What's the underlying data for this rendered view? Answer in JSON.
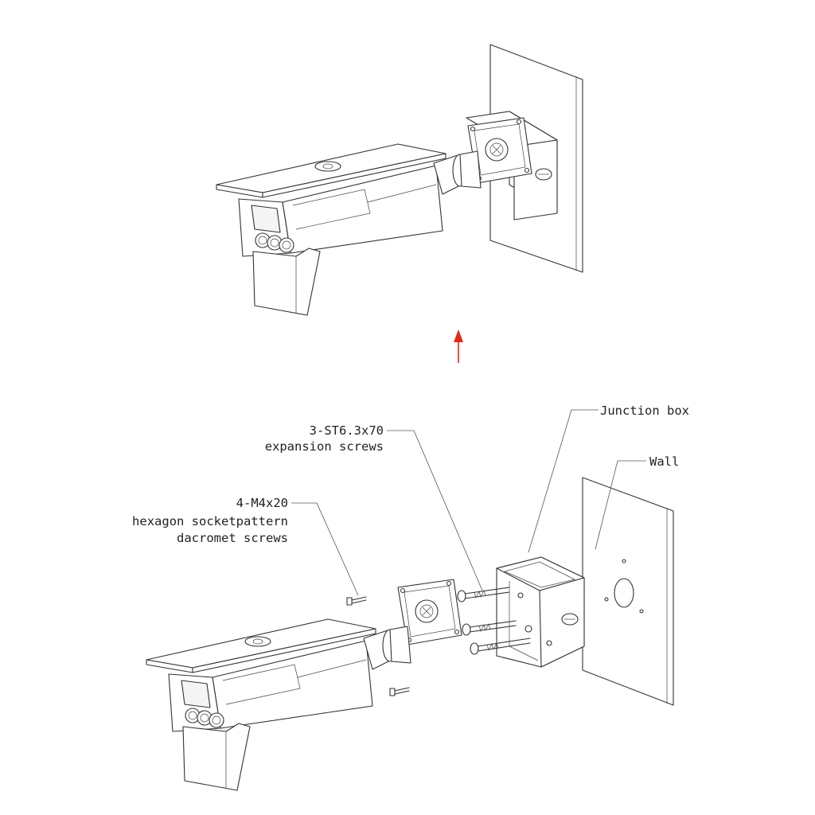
{
  "labels": {
    "expansion_screws_qty": "3-ST6.3x70",
    "expansion_screws_name": "expansion screws",
    "hex_screws_qty": "4-M4x20",
    "hex_screws_line2": "hexagon socketpattern",
    "hex_screws_line3": "dacromet screws",
    "junction_box": "Junction box",
    "wall": "Wall"
  },
  "colors": {
    "arrow": "#e8261b",
    "line": "#333333"
  }
}
